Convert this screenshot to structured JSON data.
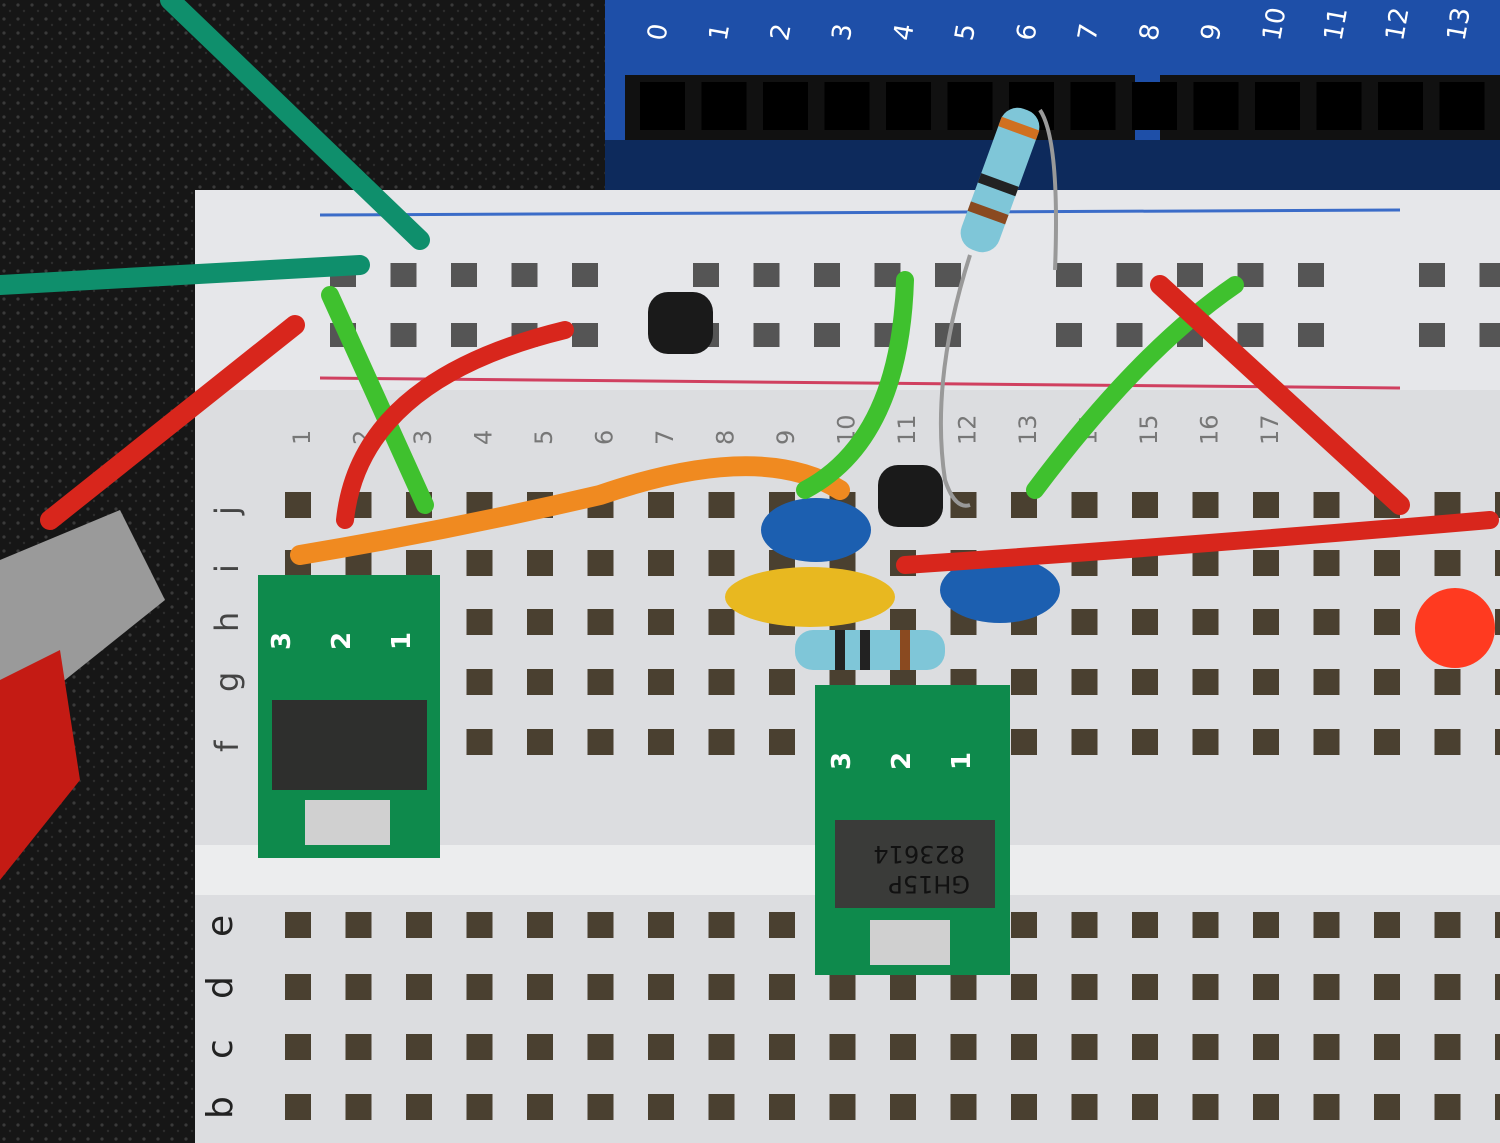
{
  "arduino": {
    "pin_labels": [
      "0",
      "1",
      "2",
      "3",
      "4",
      "5",
      "6",
      "7",
      "8",
      "9",
      "10",
      "11",
      "12",
      "13"
    ],
    "color": "#1e4fa8"
  },
  "breadboard": {
    "column_numbers": [
      "1",
      "2",
      "3",
      "4",
      "5",
      "6",
      "7",
      "8",
      "9",
      "10",
      "11",
      "12",
      "13",
      "14",
      "15",
      "16",
      "17"
    ],
    "upper_rows": [
      "j",
      "i",
      "h",
      "g",
      "f"
    ],
    "lower_rows": [
      "e",
      "d",
      "c",
      "b"
    ]
  },
  "modules": [
    {
      "pins": [
        "3",
        "2",
        "1"
      ],
      "chip_text": ""
    },
    {
      "pins": [
        "3",
        "2",
        "1"
      ],
      "chip_text_line1": "GH15P",
      "chip_text_line2": "823614"
    }
  ],
  "colors": {
    "wire_red": "#d8261c",
    "wire_green": "#3fc12e",
    "wire_teal": "#0f8f6c",
    "wire_orange": "#f08a20",
    "pcb_green": "#0e8a4c",
    "capacitor_blue": "#1c5fb0",
    "capacitor_yellow": "#e8b820",
    "led_red": "#ff3a20"
  }
}
